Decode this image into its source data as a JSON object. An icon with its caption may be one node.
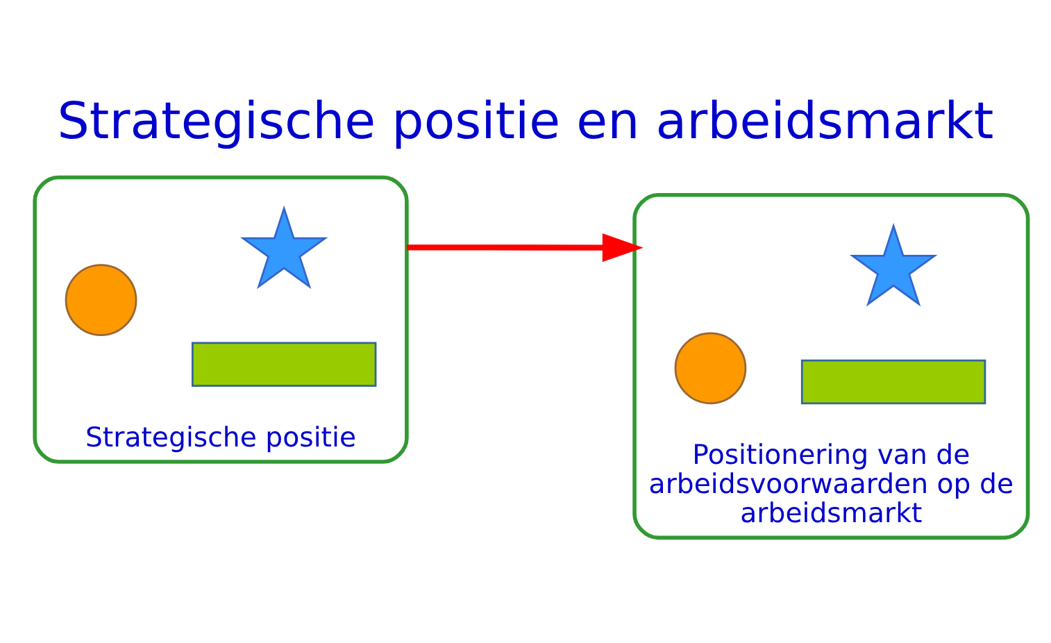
{
  "diagram": {
    "title": "Strategische positie en arbeidsmarkt",
    "nodes": [
      {
        "text": [],
        "shape": "triangle",
        "beside": [
          "Strategische positie"
        ]
      },
      {
        "text": [],
        "shape": "circle",
        "in": 0
      },
      {
        "text": [],
        "shape": "star",
        "in": 0
      },
      {
        "text": [],
        "shape": "bar",
        "in": 0
      },
      {
        "text": [],
        "shape": "triangle",
        "beside": [
          "Positionering van de arbeidsvoorwaarden op de arbeidsmarkt"
        ]
      },
      {
        "text": [],
        "shape": "circle",
        "in": 4
      },
      {
        "text": [],
        "shape": "star",
        "in": 4
      },
      {
        "text": [],
        "shape": "bar",
        "in": 4
      }
    ],
    "edges": [
      {
        "from": 0,
        "to": 4,
        "arrow": "to",
        "color": "#ff0000"
      }
    ]
  }
}
